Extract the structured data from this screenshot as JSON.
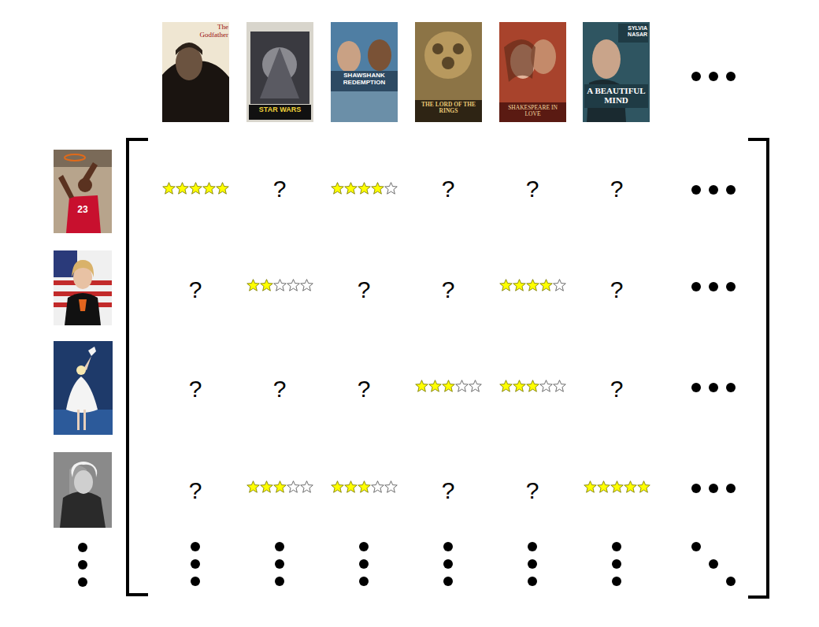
{
  "diagram": {
    "labels": [
      "The Godfather",
      "STAR WARS",
      "SHAWSHANK REDEMPTION",
      "THE LORD OF THE RINGS",
      "SHAKESPEARE IN LOVE",
      "A BEAUTIFUL MIND",
      "SYLVIA NASAR",
      "23",
      "?",
      "?",
      "?",
      "?",
      "?",
      "?",
      "?",
      "?",
      "?",
      "?",
      "?",
      "?",
      "?",
      "?",
      "?"
    ]
  }
}
